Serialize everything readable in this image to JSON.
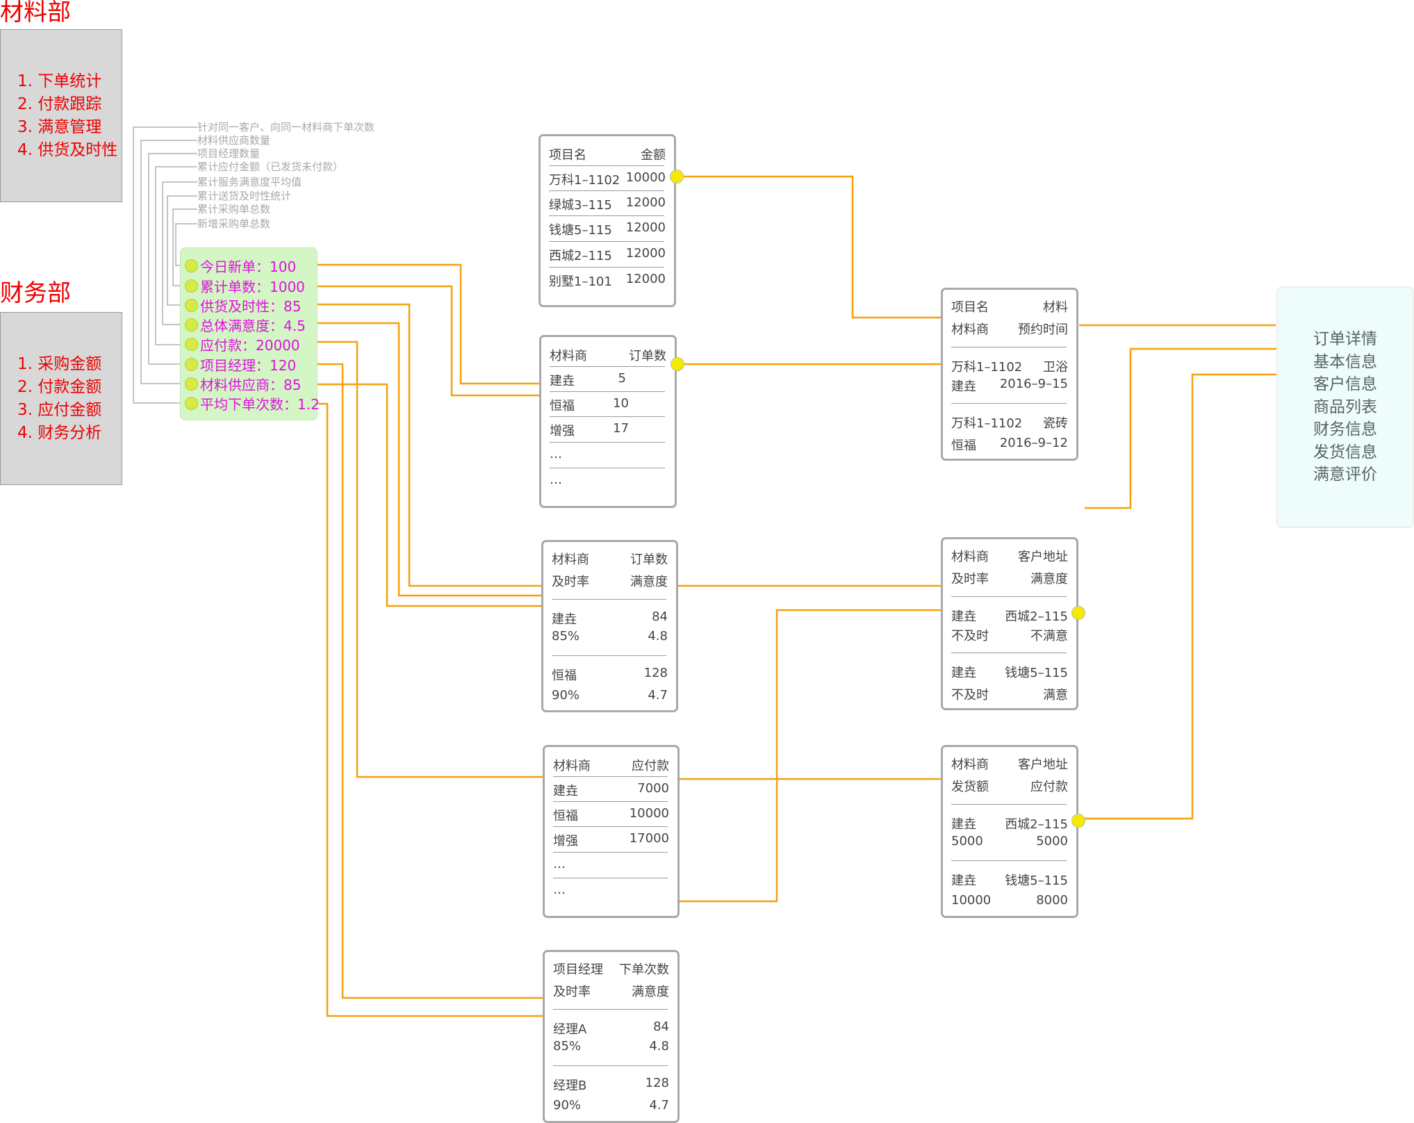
{
  "departments": [
    {
      "title": "材料部",
      "items": [
        "1.  下单统计",
        "2. 付款跟踪",
        "3. 满意管理",
        "4. 供货及时性"
      ]
    },
    {
      "title": "财务部",
      "items": [
        "1.  采购金额",
        "2. 付款金额",
        "3. 应付金额",
        "4. 财务分析"
      ]
    }
  ],
  "notes": [
    "针对同一客户、向同一材料商下单次数",
    "材料供应商数量",
    "项目经理数量",
    "累计应付金额（已发货未付款）",
    "累计服务满意度平均值",
    "累计送货及时性统计",
    "累计采购单总数",
    "新增采购单总数"
  ],
  "metrics": [
    "今日新单：100",
    "累计单数：1000",
    "供货及时性：85",
    "总体满意度：4.5",
    "应付款：20000",
    "项目经理：120",
    "材料供应商：85",
    "平均下单次数：1.2"
  ],
  "project_amount_table": {
    "header": [
      "项目名",
      "金额"
    ],
    "rows": [
      [
        "万科1–1102",
        "10000"
      ],
      [
        "绿城3–115",
        "12000"
      ],
      [
        "钱塘5–115",
        "12000"
      ],
      [
        "西城2–115",
        "12000"
      ],
      [
        "别墅1–101",
        "12000"
      ]
    ]
  },
  "supplier_orders_table": {
    "header": [
      "材料商",
      "订单数"
    ],
    "rows": [
      [
        "建垚",
        "5"
      ],
      [
        "恒福",
        "10"
      ],
      [
        "增强",
        "17"
      ],
      [
        "…",
        ""
      ],
      [
        "…",
        ""
      ]
    ]
  },
  "supplier_quality_table": {
    "header": [
      [
        "材料商",
        "订单数"
      ],
      [
        "及时率",
        "满意度"
      ]
    ],
    "groups": [
      [
        [
          "建垚",
          "84"
        ],
        [
          "85%",
          "4.8"
        ]
      ],
      [
        [
          "恒福",
          "128"
        ],
        [
          "90%",
          "4.7"
        ]
      ]
    ]
  },
  "supplier_payable_table": {
    "header": [
      "材料商",
      "应付款"
    ],
    "rows": [
      [
        "建垚",
        "7000"
      ],
      [
        "恒福",
        "10000"
      ],
      [
        "增强",
        "17000"
      ],
      [
        "…",
        ""
      ],
      [
        "…",
        ""
      ]
    ]
  },
  "manager_table": {
    "header": [
      [
        "项目经理",
        "下单次数"
      ],
      [
        "及时率",
        "满意度"
      ]
    ],
    "groups": [
      [
        [
          "经理A",
          "84"
        ],
        [
          "85%",
          "4.8"
        ]
      ],
      [
        [
          "经理B",
          "128"
        ],
        [
          "90%",
          "4.7"
        ]
      ]
    ]
  },
  "project_material_table": {
    "header": [
      [
        "项目名",
        "材料"
      ],
      [
        "材料商",
        "预约时间"
      ]
    ],
    "groups": [
      [
        [
          "万科1–1102",
          "卫浴"
        ],
        [
          "建垚",
          "2016–9–15"
        ]
      ],
      [
        [
          "万科1–1102",
          "瓷砖"
        ],
        [
          "恒福",
          "2016–9–12"
        ]
      ]
    ]
  },
  "customer_quality_table": {
    "header": [
      [
        "材料商",
        "客户地址"
      ],
      [
        "及时率",
        "满意度"
      ]
    ],
    "groups": [
      [
        [
          "建垚",
          "西城2–115"
        ],
        [
          "不及时",
          "不满意"
        ]
      ],
      [
        [
          "建垚",
          "钱塘5–115"
        ],
        [
          "不及时",
          "满意"
        ]
      ]
    ]
  },
  "customer_payable_table": {
    "header": [
      [
        "材料商",
        "客户地址"
      ],
      [
        "发货额",
        "应付款"
      ]
    ],
    "groups": [
      [
        [
          "建垚",
          "西城2–115"
        ],
        [
          "5000",
          "5000"
        ]
      ],
      [
        [
          "建垚",
          "钱塘5–115"
        ],
        [
          "10000",
          "8000"
        ]
      ]
    ]
  },
  "order_detail": {
    "items": [
      "订单详情",
      "基本信息",
      "客户信息",
      "商品列表",
      "财务信息",
      "发货信息",
      "满意评价"
    ]
  },
  "colors": {
    "wire": "#f5a00a",
    "note_line": "#b0b0b0",
    "dept_text": "#ee0000",
    "metric_text": "#e010e0",
    "knob": "#f4ea00"
  }
}
